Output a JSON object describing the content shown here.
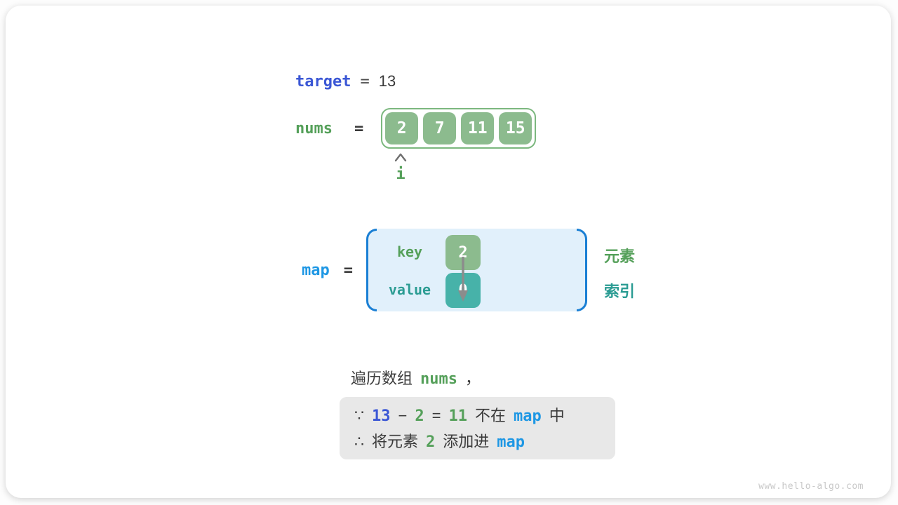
{
  "colors": {
    "royal_blue": "#3b57d5",
    "sky_blue": "#1e97e4",
    "green_text": "#55a05a",
    "teal_text": "#2b9c93",
    "cell_green": "#8cbb8e",
    "value_teal": "#47b2a9",
    "map_panel_blue": "#e1f0fb",
    "bracket_blue": "#1a7fd4",
    "note_gray": "#e8e8e8",
    "dark_text": "#3a3a3a"
  },
  "target_row": {
    "label": "target",
    "eq": "=",
    "value": "13"
  },
  "nums_row": {
    "label": "nums",
    "eq": "=",
    "cells": [
      "2",
      "7",
      "11",
      "15"
    ],
    "pointer": "i"
  },
  "map_row": {
    "label": "map",
    "eq": "=",
    "key_label": "key",
    "key_value": "2",
    "value_label": "value",
    "value_value": "0",
    "legend_key": "元素",
    "legend_value": "索引"
  },
  "caption": {
    "prefix": "遍历数组",
    "code": "nums",
    "suffix": "，"
  },
  "note": {
    "line1": {
      "because": "∵",
      "target": "13",
      "minus": "−",
      "element": "2",
      "equals": "=",
      "diff": "11",
      "not_in": "不在",
      "map": "map",
      "in_suffix": "中"
    },
    "line2": {
      "therefore": "∴",
      "add_prefix": "将元素",
      "element": "2",
      "add_suffix": "添加进",
      "map": "map"
    }
  },
  "watermark": "www.hello-algo.com"
}
